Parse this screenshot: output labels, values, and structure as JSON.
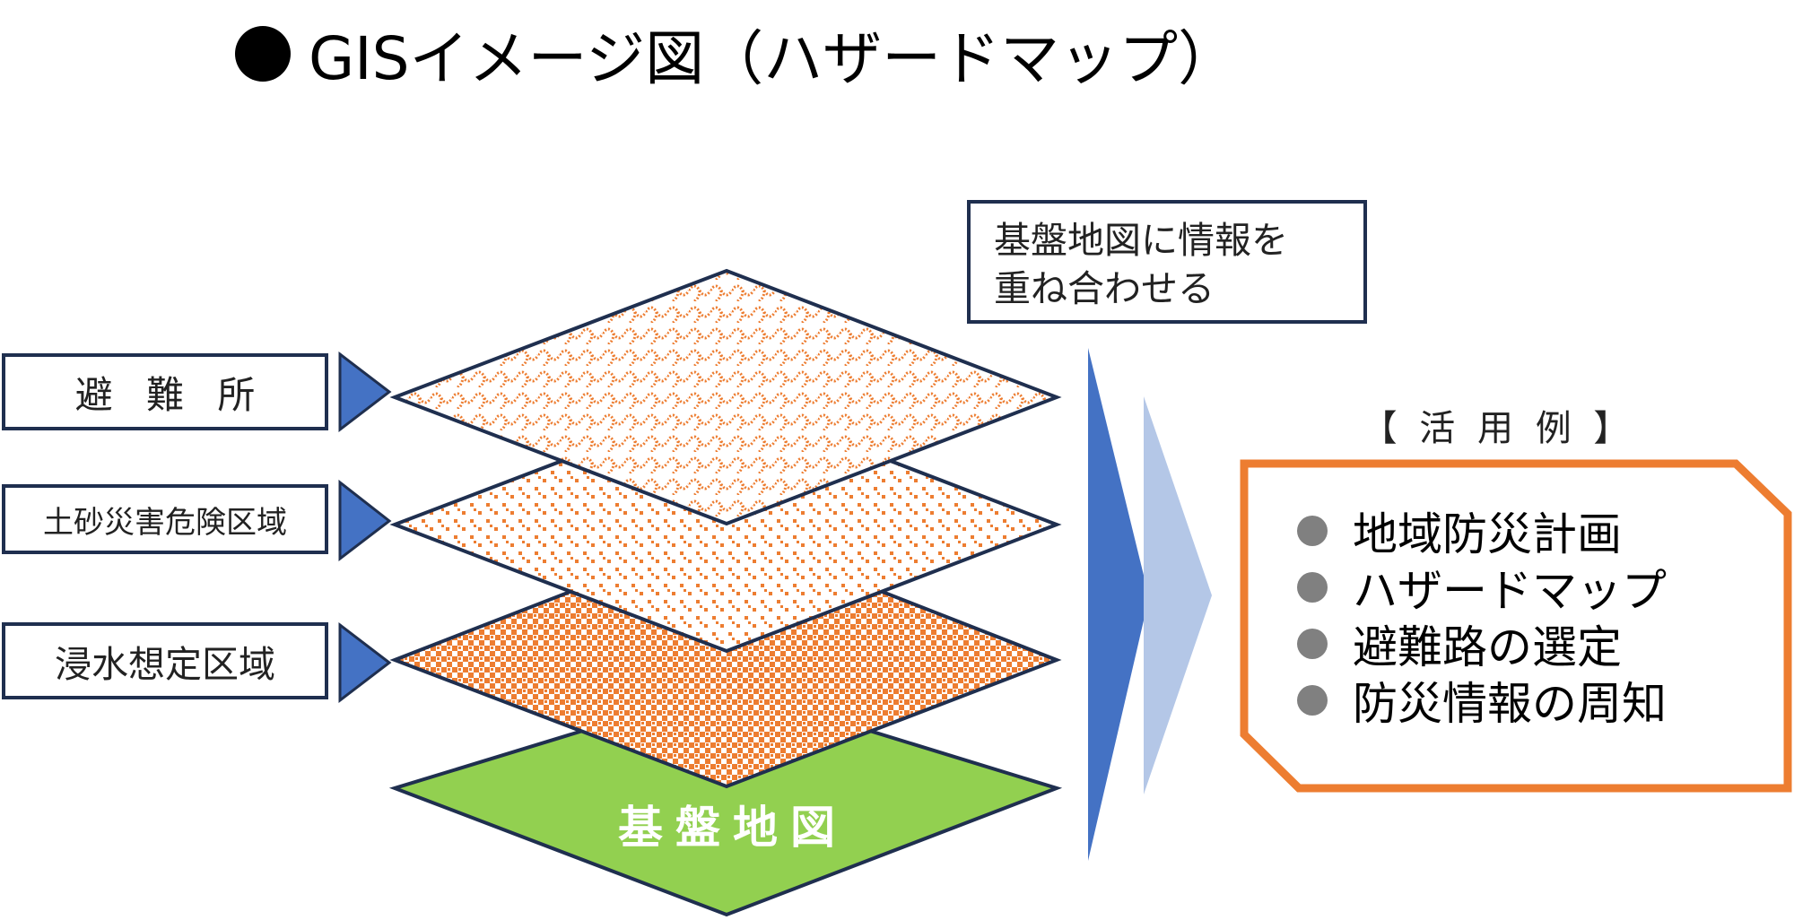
{
  "title": "GISイメージ図（ハザードマップ）",
  "layers": {
    "shelter": "避 難 所",
    "sediment": "土砂災害危険区域",
    "flood": "浸水想定区域",
    "base": "基盤地図"
  },
  "note": {
    "line1": "基盤地図に情報を",
    "line2": "重ね合わせる"
  },
  "usage": {
    "heading": "【 活 用 例 】",
    "items": [
      {
        "label": "地域防災計画"
      },
      {
        "label": "ハザードマップ"
      },
      {
        "label": "避難路の選定"
      },
      {
        "label": "防災情報の周知"
      }
    ]
  },
  "colors": {
    "pattern_orange": "#ed7d31",
    "base_green": "#92d050",
    "arrow_dark_blue": "#4472c4",
    "arrow_light_blue": "#b4c7e7",
    "outline_navy": "#1f2f4f"
  }
}
